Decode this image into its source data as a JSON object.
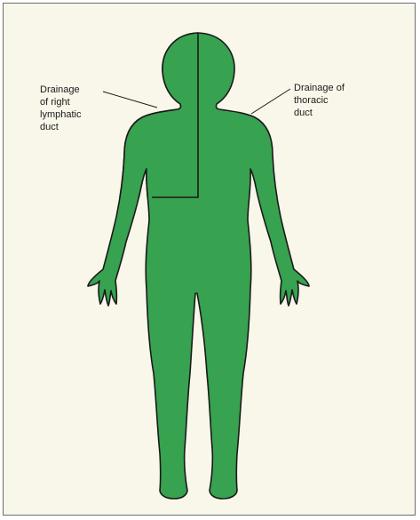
{
  "labels": {
    "right_lymphatic": [
      "Drainage",
      "of right",
      "lymphatic",
      "duct"
    ],
    "thoracic": [
      "Drainage of",
      "thoracic",
      "duct"
    ]
  },
  "colors": {
    "background": "#f9f6ea",
    "frame_border": "#6d6d6d",
    "right_lymphatic_region": "#b8dfa9",
    "thoracic_region": "#37a24f",
    "outline": "#1a1a1a"
  }
}
